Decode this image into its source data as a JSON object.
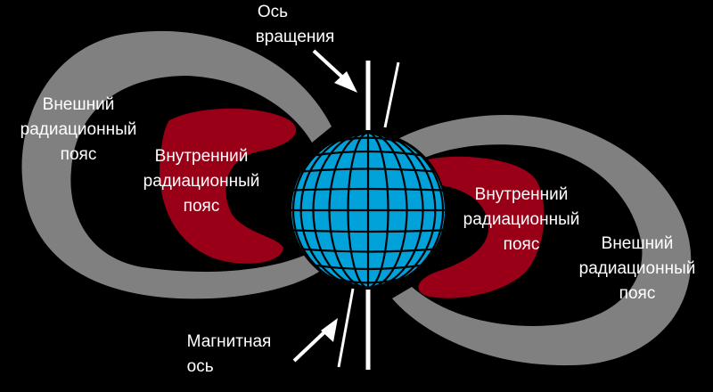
{
  "labels": {
    "rotation_axis": [
      "Ось",
      "вращения"
    ],
    "magnetic_axis": [
      "Магнитная",
      "ось"
    ],
    "outer_belt_left": [
      "Внешний",
      "радиационный",
      "пояс"
    ],
    "inner_belt_left": [
      "Внутренний",
      "радиационный",
      "пояс"
    ],
    "inner_belt_right": [
      "Внутренний",
      "радиационный",
      "пояс"
    ],
    "outer_belt_right": [
      "Внешний",
      "радиационный",
      "пояс"
    ]
  },
  "colors": {
    "background": "#000000",
    "outer_belt": "#808080",
    "inner_belt": "#990017",
    "earth": "#00a2d9",
    "grid": "#000000",
    "axes": "#ffffff"
  }
}
